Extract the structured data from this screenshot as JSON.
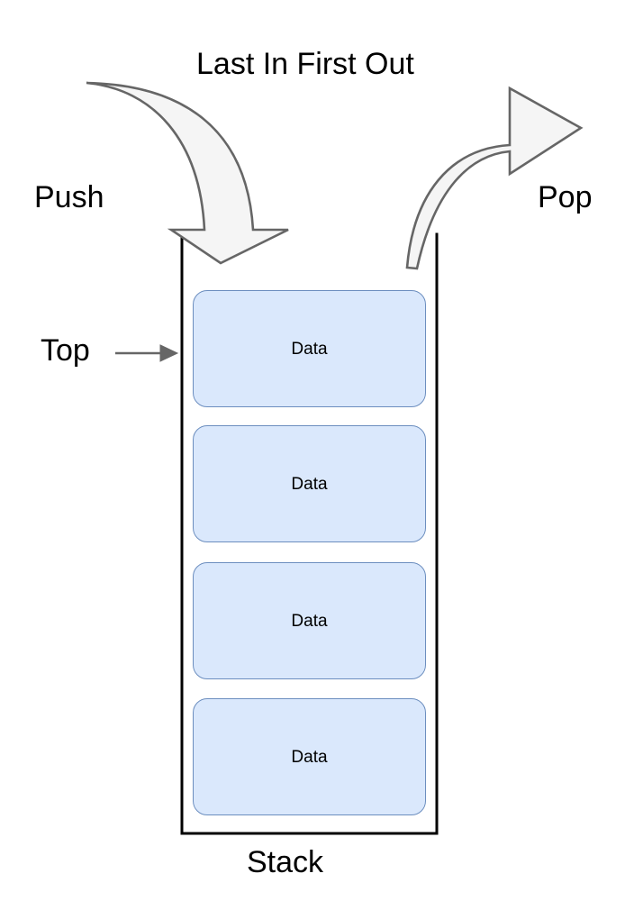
{
  "diagram": {
    "title": "Last In First Out",
    "caption": "Stack",
    "labels": {
      "push": "Push",
      "pop": "Pop",
      "top": "Top"
    },
    "colors": {
      "cell_fill": "#dae8fc",
      "cell_stroke": "#6c8ebf",
      "arrow_fill": "#f5f5f5",
      "arrow_stroke": "#666666",
      "container_stroke": "#000000",
      "text": "#000000",
      "background": "#ffffff"
    },
    "stack": {
      "cells": [
        {
          "text": "Data"
        },
        {
          "text": "Data"
        },
        {
          "text": "Data"
        },
        {
          "text": "Data"
        }
      ]
    }
  }
}
